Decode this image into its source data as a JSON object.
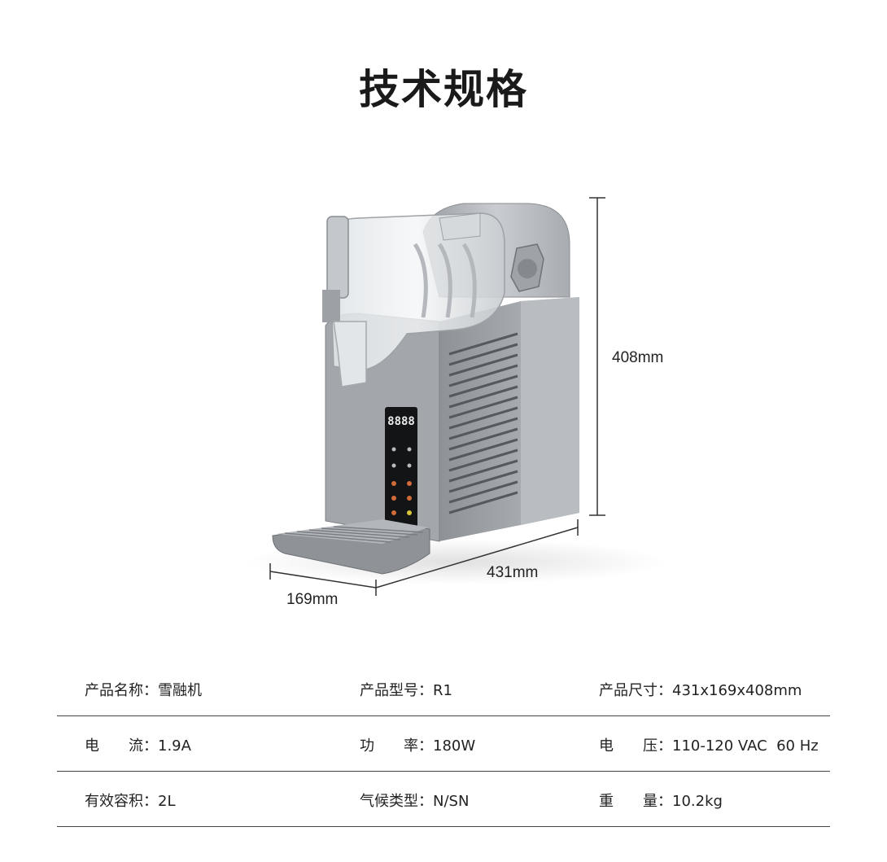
{
  "title": "技术规格",
  "dimensions": {
    "height": "408mm",
    "width": "431mm",
    "depth": "169mm"
  },
  "specs": [
    [
      {
        "label": "产品名称",
        "value": "雪融机"
      },
      {
        "label": "产品型号",
        "value": "R1"
      },
      {
        "label": "产品尺寸",
        "value": "431x169x408mm"
      }
    ],
    [
      {
        "label": "电流",
        "value": "1.9A"
      },
      {
        "label": "功率",
        "value": "180W"
      },
      {
        "label": "电压",
        "value": "110-120 VAC  60 Hz"
      }
    ],
    [
      {
        "label": "有效容积",
        "value": "2L"
      },
      {
        "label": "气候类型",
        "value": "N/SN"
      },
      {
        "label": "重量",
        "value": "10.2kg"
      }
    ]
  ],
  "display_digits": "8888"
}
